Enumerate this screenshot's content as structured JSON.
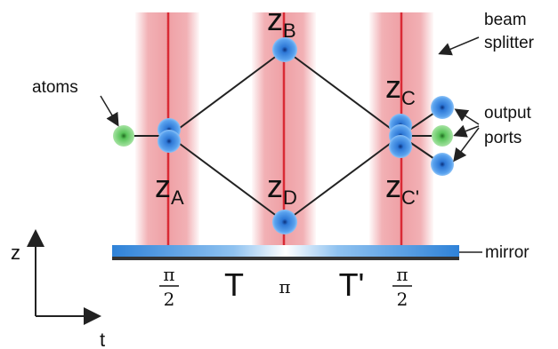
{
  "labels": {
    "z_a": {
      "main": "z",
      "sub": "A"
    },
    "z_b": {
      "main": "z",
      "sub": "B"
    },
    "z_c": {
      "main": "z",
      "sub": "C"
    },
    "z_c_prime": {
      "main": "z",
      "sub": "C'"
    },
    "z_d": {
      "main": "z",
      "sub": "D"
    },
    "atoms": "atoms",
    "beam_splitter": [
      "beam",
      "splitter"
    ],
    "output_ports": [
      "output",
      "ports"
    ],
    "mirror": "mirror",
    "T": "T",
    "T_prime": "T'",
    "phase_left": {
      "num": "π",
      "den": "2"
    },
    "phase_mid": "π",
    "phase_right": {
      "num": "π",
      "den": "2"
    },
    "axis_z": "z",
    "axis_t": "t"
  },
  "colors": {
    "beam_glow": "#ec8f95",
    "beam_core": "#d92a35",
    "atom_blue": "#2e78d6",
    "atom_green": "#59c45a",
    "mirror_blue": "#3f8fdc",
    "line": "#222222"
  }
}
